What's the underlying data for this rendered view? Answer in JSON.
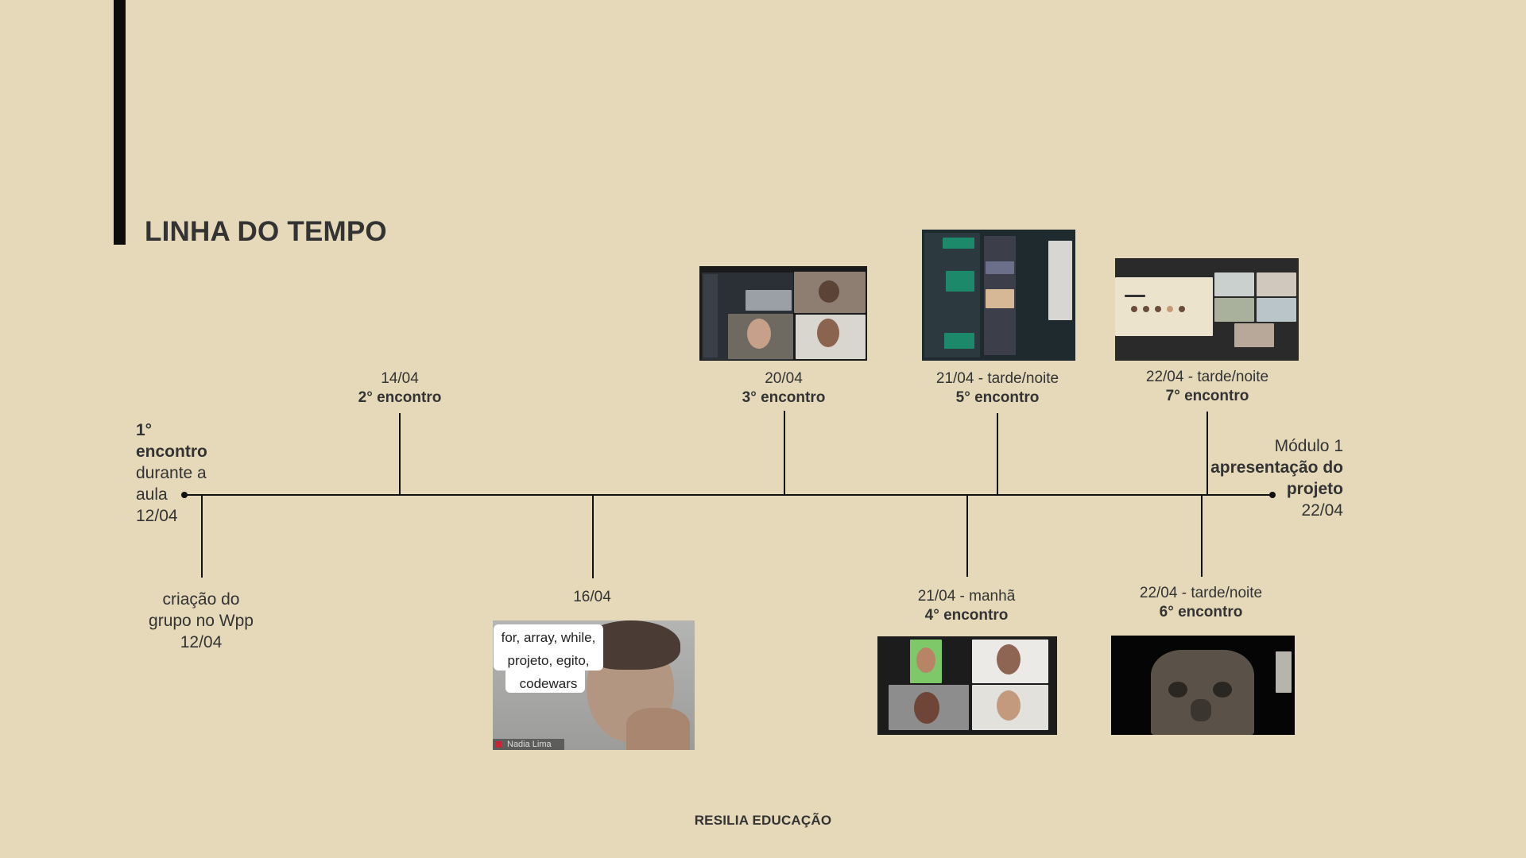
{
  "title": "LINHA DO TEMPO",
  "footer": "RESILIA EDUCAÇÃO",
  "timeline": {
    "start": {
      "lines": [
        "1°",
        "encontro"
      ],
      "rest": [
        "durante a",
        "aula",
        "12/04"
      ]
    },
    "wpp": {
      "lines": [
        "criação do",
        "grupo no Wpp",
        "12/04"
      ]
    },
    "e2": {
      "date": "14/04",
      "event": "2° encontro"
    },
    "d1604": {
      "date": "16/04",
      "caption": [
        "for, array, while,",
        "projeto, egito,",
        "codewars"
      ],
      "nametag": "Nadia Lima"
    },
    "e3": {
      "date": "20/04",
      "event": "3° encontro"
    },
    "e4": {
      "date": "21/04 - manhã",
      "event": "4° encontro"
    },
    "e5": {
      "date": "21/04 - tarde/noite",
      "event": "5° encontro"
    },
    "e6": {
      "date": "22/04 - tarde/noite",
      "event": "6° encontro"
    },
    "e7": {
      "date": "22/04 - tarde/noite",
      "event": "7° encontro"
    },
    "end": {
      "module": "Módulo 1",
      "bold": [
        "apresentação do",
        "projeto"
      ],
      "date": "22/04"
    }
  },
  "colors": {
    "background": "#e5d9b9",
    "line": "#111111",
    "text": "#333333"
  }
}
